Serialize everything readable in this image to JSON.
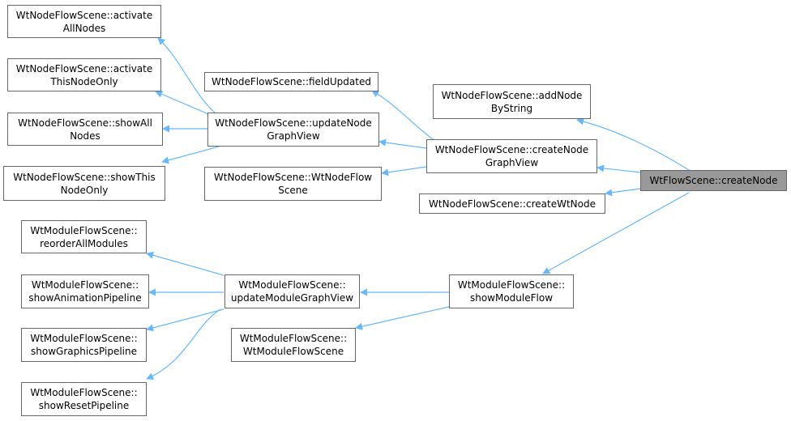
{
  "nodes": {
    "n1": {
      "line1": "WtNodeFlowScene::activate",
      "line2": "AllNodes"
    },
    "n2": {
      "line1": "WtNodeFlowScene::activate",
      "line2": "ThisNodeOnly"
    },
    "n3": {
      "line1": "WtNodeFlowScene::showAll",
      "line2": "Nodes"
    },
    "n4": {
      "line1": "WtNodeFlowScene::showThis",
      "line2": "NodeOnly"
    },
    "n5": {
      "line1": "WtNodeFlowScene::fieldUpdated"
    },
    "n6": {
      "line1": "WtNodeFlowScene::updateNode",
      "line2": "GraphView"
    },
    "n7": {
      "line1": "WtNodeFlowScene::WtNodeFlow",
      "line2": "Scene"
    },
    "n8": {
      "line1": "WtNodeFlowScene::addNode",
      "line2": "ByString"
    },
    "n9": {
      "line1": "WtNodeFlowScene::createNode",
      "line2": "GraphView"
    },
    "n10": {
      "line1": "WtNodeFlowScene::createWtNode"
    },
    "n11": {
      "line1": "WtFlowScene::createNode"
    },
    "n12": {
      "line1": "WtModuleFlowScene::",
      "line2": "reorderAllModules"
    },
    "n13": {
      "line1": "WtModuleFlowScene::",
      "line2": "showAnimationPipeline"
    },
    "n14": {
      "line1": "WtModuleFlowScene::",
      "line2": "showGraphicsPipeline"
    },
    "n15": {
      "line1": "WtModuleFlowScene::",
      "line2": "showResetPipeline"
    },
    "n16": {
      "line1": "WtModuleFlowScene::",
      "line2": "updateModuleGraphView"
    },
    "n17": {
      "line1": "WtModuleFlowScene::",
      "line2": "WtModuleFlowScene"
    },
    "n18": {
      "line1": "WtModuleFlowScene::",
      "line2": "showModuleFlow"
    }
  },
  "colors": {
    "edge": "#63b8ff",
    "node_border": "#666666",
    "active_fill": "#999999"
  }
}
